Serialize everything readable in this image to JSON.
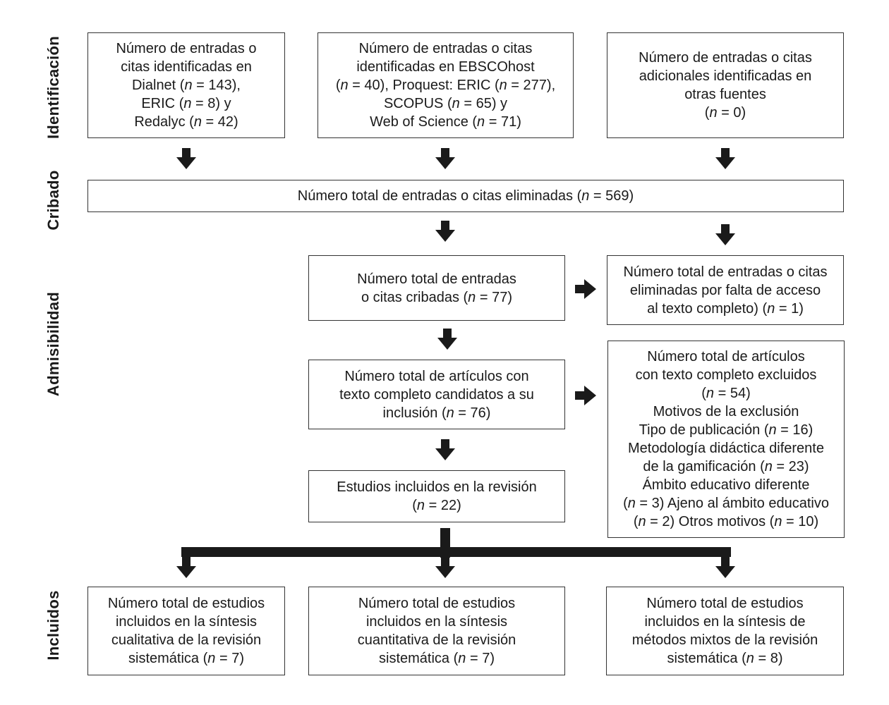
{
  "phases": {
    "identificacion": "Identificación",
    "cribado": "Cribado",
    "admisibilidad": "Admisibilidad",
    "incluidos": "Incluidos"
  },
  "boxes": {
    "id_dialnet": [
      "Número de entradas o",
      "citas identificadas en",
      "Dialnet (n = 143),",
      "ERIC (n = 8) y",
      "Redalyc (n = 42)"
    ],
    "id_ebsco": [
      "Número de entradas o citas",
      "identificadas en EBSCOhost",
      "(n = 40), Proquest: ERIC (n = 277),",
      "SCOPUS (n = 65) y",
      "Web of Science (n = 71)"
    ],
    "id_otras": [
      "Número de entradas o citas",
      "adicionales identificadas en",
      "otras fuentes",
      "(n = 0)"
    ],
    "cribado_eliminadas": [
      "Número total de entradas o citas eliminadas (n = 569)"
    ],
    "cribadas": [
      "Número total de entradas",
      "o citas cribadas (n = 77)"
    ],
    "sin_acceso": [
      "Número total de entradas o citas",
      "eliminadas por falta de acceso",
      "al texto completo) (n = 1)"
    ],
    "candidatos": [
      "Número total de artículos con",
      "texto completo candidatos a su",
      "inclusión (n = 76)"
    ],
    "excluidos": [
      "Número total de artículos",
      "con texto completo excluidos",
      "(n =  54)",
      "Motivos de la exclusión",
      "Tipo de publicación (n = 16)",
      "Metodología didáctica diferente",
      "de la gamificación (n = 23)",
      "Ámbito educativo diferente",
      "(n = 3) Ajeno al ámbito educativo",
      "(n = 2) Otros motivos (n = 10)"
    ],
    "incluidos_revision": [
      "Estudios incluidos en la revisión",
      "(n = 22)"
    ],
    "cualitativa": [
      "Número total de estudios",
      "incluidos en la síntesis",
      "cualitativa de la revisión",
      "sistemática (n = 7)"
    ],
    "cuantitativa": [
      "Número total de estudios",
      "incluidos en la síntesis",
      "cuantitativa de la revisión",
      "sistemática (n = 7)"
    ],
    "mixtos": [
      "Número total de estudios",
      "incluidos en la síntesis de",
      "métodos mixtos de la revisión",
      "sistemática (n = 8)"
    ]
  }
}
